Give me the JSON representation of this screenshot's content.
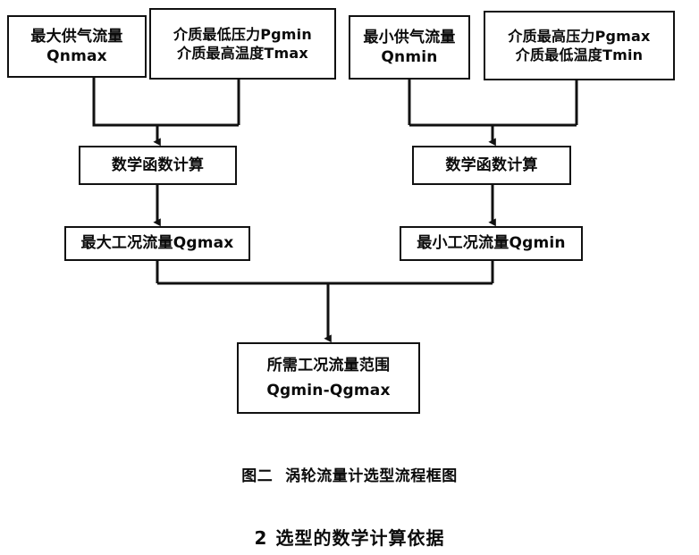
{
  "figure": {
    "caption_number": "图二",
    "caption_text": "涡轮流量计选型流程框图"
  },
  "section": {
    "number": "2",
    "title": "选型的数学计算依据"
  },
  "nodes": {
    "qnmax": {
      "line1": "最大供气流量",
      "line2": "Qnmax"
    },
    "pgmin": {
      "line1": "介质最低压力Pgmin",
      "line2": "介质最高温度Tmax"
    },
    "qnmin": {
      "line1": "最小供气流量",
      "line2": "Qnmin"
    },
    "pgmax": {
      "line1": "介质最高压力Pgmax",
      "line2": "介质最低温度Tmin"
    },
    "math_left": {
      "line1": "数学函数计算"
    },
    "math_right": {
      "line1": "数学函数计算"
    },
    "qgmax": {
      "line1": "最大工况流量Qgmax"
    },
    "qgmin": {
      "line1": "最小工况流量Qgmin"
    },
    "range": {
      "line1": "所需工况流量范围",
      "line2": "Qgmin-Qgmax"
    }
  },
  "colors": {
    "stroke": "#111111",
    "background": "#ffffff",
    "text": "#0b0b0b"
  },
  "chart_data": {
    "type": "diagram",
    "title": "图二 涡轮流量计选型流程框图",
    "subtype": "flowchart",
    "direction": "top-to-bottom",
    "nodes": [
      {
        "id": "qnmax",
        "label": "最大供气流量 Qnmax",
        "row": 1,
        "column": "left"
      },
      {
        "id": "pgmin",
        "label": "介质最低压力Pgmin 介质最高温度Tmax",
        "row": 1,
        "column": "left"
      },
      {
        "id": "qnmin",
        "label": "最小供气流量 Qnmin",
        "row": 1,
        "column": "right"
      },
      {
        "id": "pgmax",
        "label": "介质最高压力Pgmax 介质最低温度Tmin",
        "row": 1,
        "column": "right"
      },
      {
        "id": "math_left",
        "label": "数学函数计算",
        "row": 2,
        "column": "left"
      },
      {
        "id": "math_right",
        "label": "数学函数计算",
        "row": 2,
        "column": "right"
      },
      {
        "id": "qgmax",
        "label": "最大工况流量Qgmax",
        "row": 3,
        "column": "left"
      },
      {
        "id": "qgmin",
        "label": "最小工况流量Qgmin",
        "row": 3,
        "column": "right"
      },
      {
        "id": "range",
        "label": "所需工况流量范围 Qgmin-Qgmax",
        "row": 4,
        "column": "center"
      }
    ],
    "edges": [
      {
        "from": "qnmax",
        "to": "math_left",
        "style": "elbow-merge",
        "arrow": true
      },
      {
        "from": "pgmin",
        "to": "math_left",
        "style": "elbow-merge",
        "arrow": true
      },
      {
        "from": "qnmin",
        "to": "math_right",
        "style": "elbow-merge",
        "arrow": true
      },
      {
        "from": "pgmax",
        "to": "math_right",
        "style": "elbow-merge",
        "arrow": true
      },
      {
        "from": "math_left",
        "to": "qgmax",
        "style": "straight",
        "arrow": true
      },
      {
        "from": "math_right",
        "to": "qgmin",
        "style": "straight",
        "arrow": true
      },
      {
        "from": "qgmax",
        "to": "range",
        "style": "elbow-merge",
        "arrow": true
      },
      {
        "from": "qgmin",
        "to": "range",
        "style": "elbow-merge",
        "arrow": true
      }
    ]
  }
}
